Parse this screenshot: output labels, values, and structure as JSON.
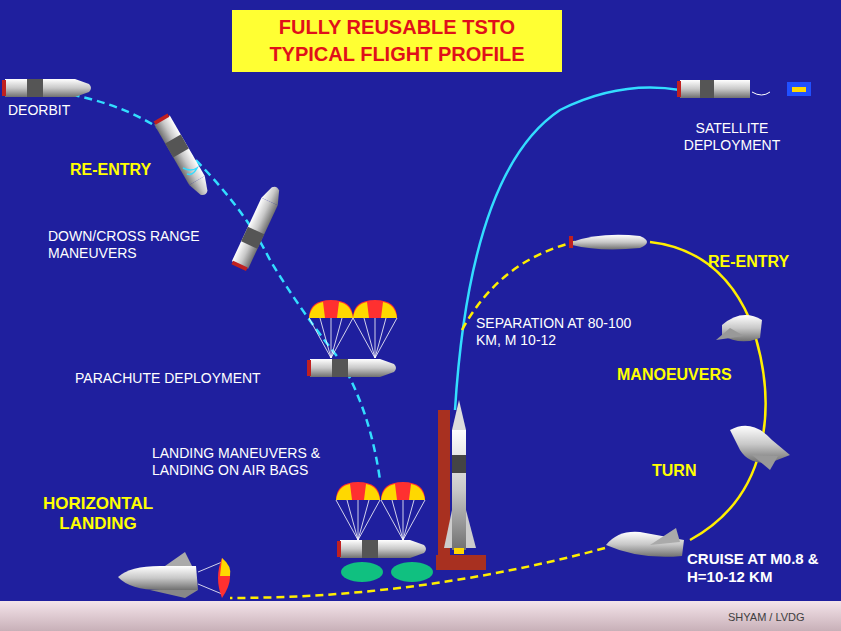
{
  "diagram": {
    "title": "FULLY REUSABLE TSTO TYPICAL FLIGHT PROFILE",
    "labels": [
      "DEORBIT",
      "RE-ENTRY",
      "DOWN/CROSS RANGE MANEUVERS",
      "PARACHUTE DEPLOYMENT",
      "LANDING MANEUVERS & LANDING ON AIR BAGS",
      "HORIZONTAL LANDING",
      "SATELLITE DEPLOYMENT",
      "RE-ENTRY",
      "SEPARATION AT 80-100 KM, M 10-12",
      "MANOEUVERS",
      "TURN",
      "CRUISE AT M0.8 & H=10-12 KM",
      "SHYAM / LVDG"
    ]
  }
}
